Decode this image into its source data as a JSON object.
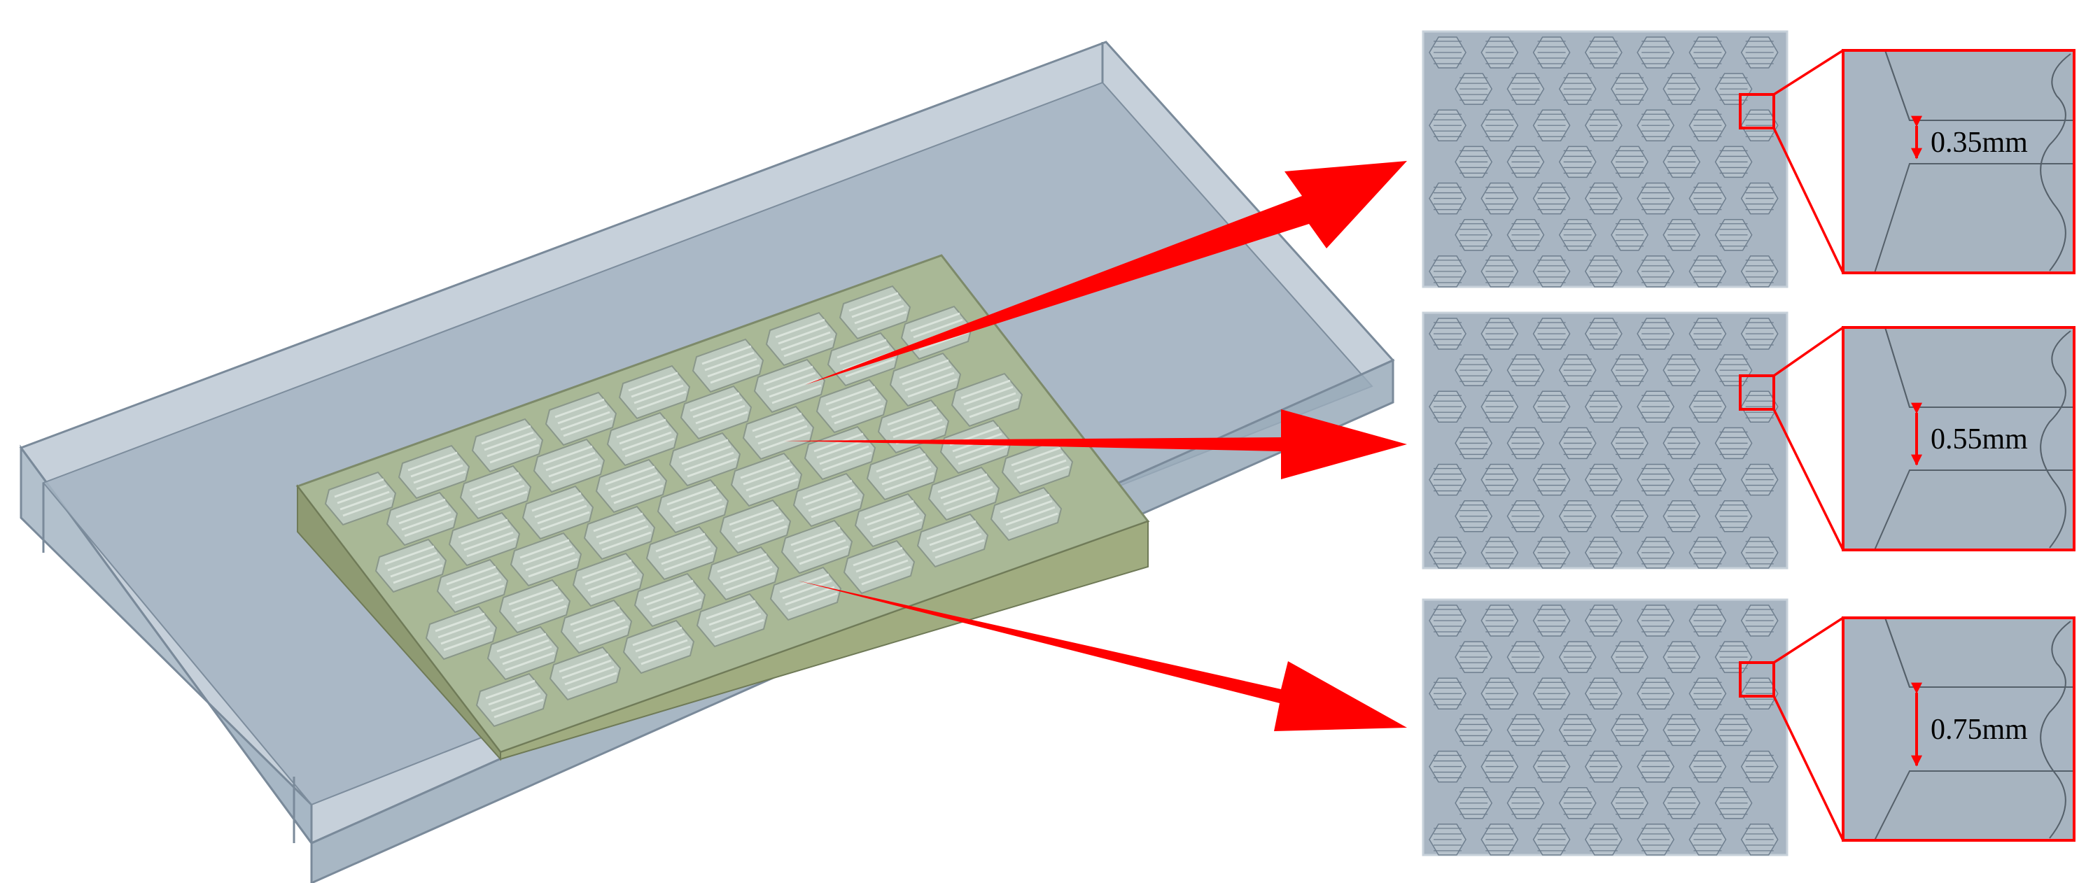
{
  "colors": {
    "background": "#ffffff",
    "channel_fill": "#a9b8c6",
    "channel_edge": "#7a8a9a",
    "heat_sink_top": "#a9b896",
    "heat_sink_side": "#8f9c74",
    "fin_fill": "#c4d0cc",
    "panel_fill": "#a8b5c2",
    "panel_slot": "#bfcad4",
    "panel_slot_edge": "#6e7e8e",
    "highlight_red": "#ff0000",
    "fin_gray": "#a7b4c0",
    "text": "#000000"
  },
  "details": [
    {
      "gap_label": "0.35mm"
    },
    {
      "gap_label": "0.55mm"
    },
    {
      "gap_label": "0.75mm"
    }
  ]
}
